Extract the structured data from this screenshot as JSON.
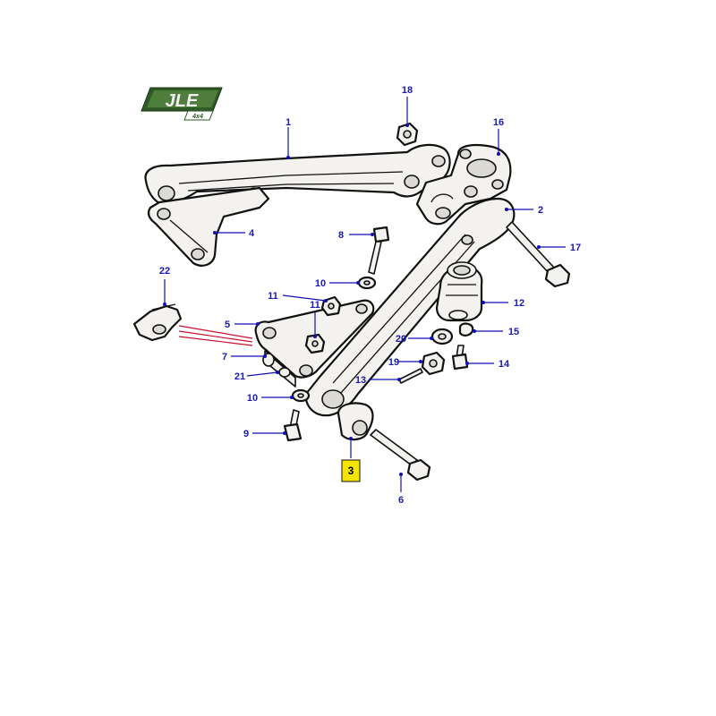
{
  "logo": {
    "brand": "JLE",
    "sub": "4x4"
  },
  "callouts": [
    {
      "id": "c1",
      "number": "1"
    },
    {
      "id": "c2",
      "number": "2"
    },
    {
      "id": "c3",
      "number": "3",
      "highlighted": true
    },
    {
      "id": "c4",
      "number": "4"
    },
    {
      "id": "c5",
      "number": "5"
    },
    {
      "id": "c6",
      "number": "6"
    },
    {
      "id": "c7",
      "number": "7"
    },
    {
      "id": "c8",
      "number": "8"
    },
    {
      "id": "c9",
      "number": "9"
    },
    {
      "id": "c10a",
      "number": "10"
    },
    {
      "id": "c10b",
      "number": "10"
    },
    {
      "id": "c11a",
      "number": "11"
    },
    {
      "id": "c11b",
      "number": "11"
    },
    {
      "id": "c12",
      "number": "12"
    },
    {
      "id": "c13",
      "number": "13"
    },
    {
      "id": "c14",
      "number": "14"
    },
    {
      "id": "c15",
      "number": "15"
    },
    {
      "id": "c16",
      "number": "16"
    },
    {
      "id": "c17",
      "number": "17"
    },
    {
      "id": "c18",
      "number": "18"
    },
    {
      "id": "c19",
      "number": "19"
    },
    {
      "id": "c20",
      "number": "20"
    },
    {
      "id": "c21",
      "number": "21"
    },
    {
      "id": "c22",
      "number": "22"
    }
  ],
  "colors": {
    "callout": "#1a1ab4",
    "highlight": "#f5e400",
    "leader_red": "#c8102e",
    "logo_bg": "#2e5a25"
  }
}
